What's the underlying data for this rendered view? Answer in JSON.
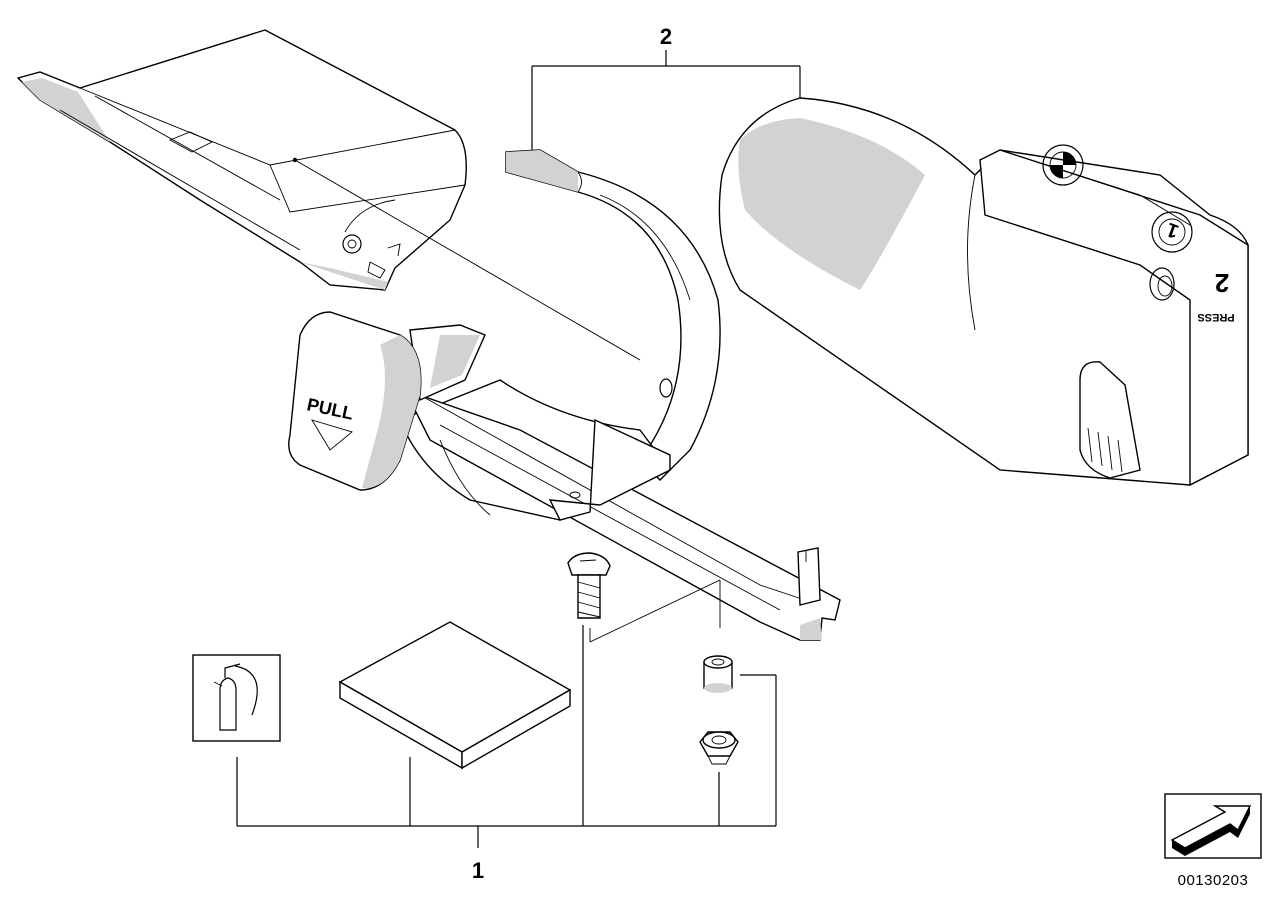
{
  "callouts": {
    "part_1": "1",
    "part_2": "2"
  },
  "labels": {
    "pull": "PULL",
    "press": "PRESS",
    "press_number": "2",
    "lock_number": "1"
  },
  "reference_number": "00130203",
  "colors": {
    "line": "#000000",
    "shade": "#d2d2d2",
    "background": "#ffffff"
  },
  "icons": {
    "fire_extinguisher_symbol": "extinguisher-pictogram-icon",
    "navigation_arrow": "3d-arrow-icon"
  }
}
